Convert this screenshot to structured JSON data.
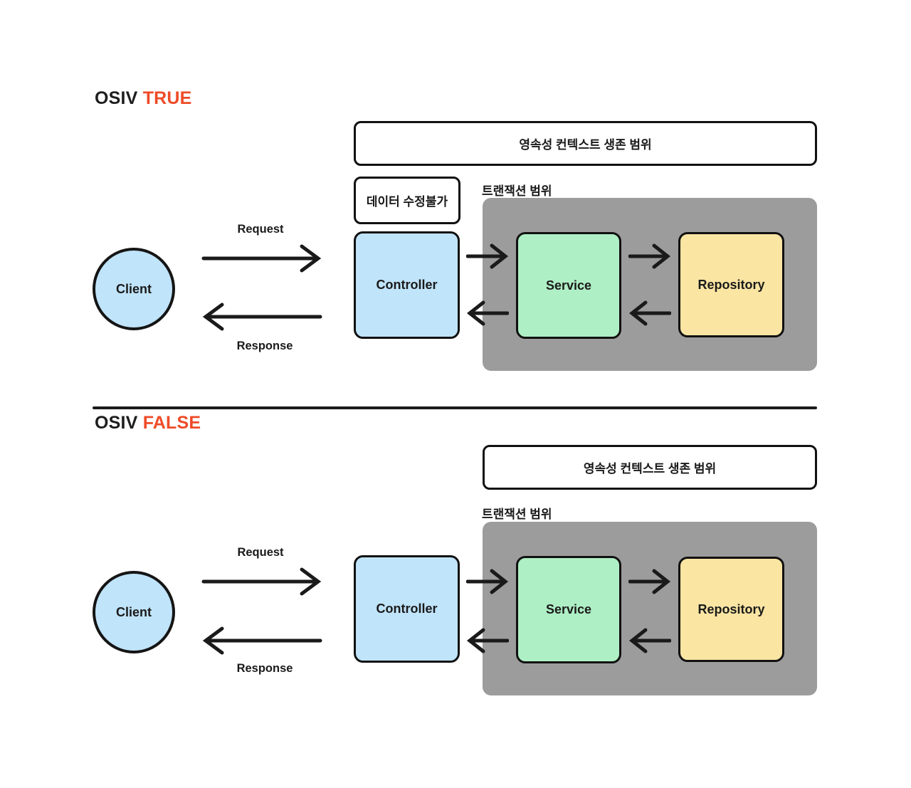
{
  "accent_color": "#ee4b28",
  "palette": {
    "outline": "#111111",
    "client_fill": "#c0e4fa",
    "controller_fill": "#c0e4fa",
    "service_fill": "#afefc5",
    "repository_fill": "#fae5a3",
    "transaction_panel_fill": "#9c9c9c"
  },
  "sections": {
    "osiv_true": {
      "title_prefix": "OSIV",
      "title_value": "TRUE",
      "persistence_scope_label": "영속성 컨텍스트 생존 범위",
      "no_modify_label": "데이터 수정불가",
      "transaction_scope_label": "트랜잭션 범위",
      "client_label": "Client",
      "request_label": "Request",
      "response_label": "Response",
      "controller_label": "Controller",
      "service_label": "Service",
      "repository_label": "Repository"
    },
    "osiv_false": {
      "title_prefix": "OSIV",
      "title_value": "FALSE",
      "persistence_scope_label": "영속성 컨텍스트 생존 범위",
      "transaction_scope_label": "트랜잭션 범위",
      "client_label": "Client",
      "request_label": "Request",
      "response_label": "Response",
      "controller_label": "Controller",
      "service_label": "Service",
      "repository_label": "Repository"
    }
  }
}
